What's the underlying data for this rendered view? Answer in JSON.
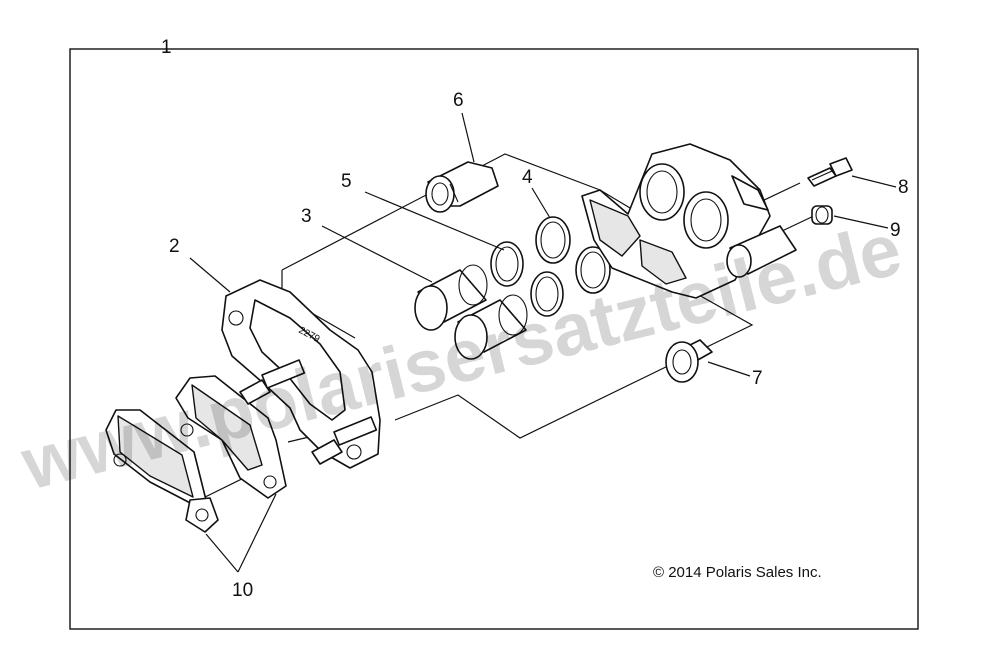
{
  "diagram": {
    "callouts": {
      "c1": "1",
      "c2": "2",
      "c3": "3",
      "c4": "4",
      "c5": "5",
      "c6": "6",
      "c7": "7",
      "c8": "8",
      "c9": "9",
      "c10": "10"
    },
    "copyright": "© 2014 Polaris Sales Inc.",
    "watermark": "www.polarisersatzteile.de",
    "bracket_stamp": "2279"
  }
}
